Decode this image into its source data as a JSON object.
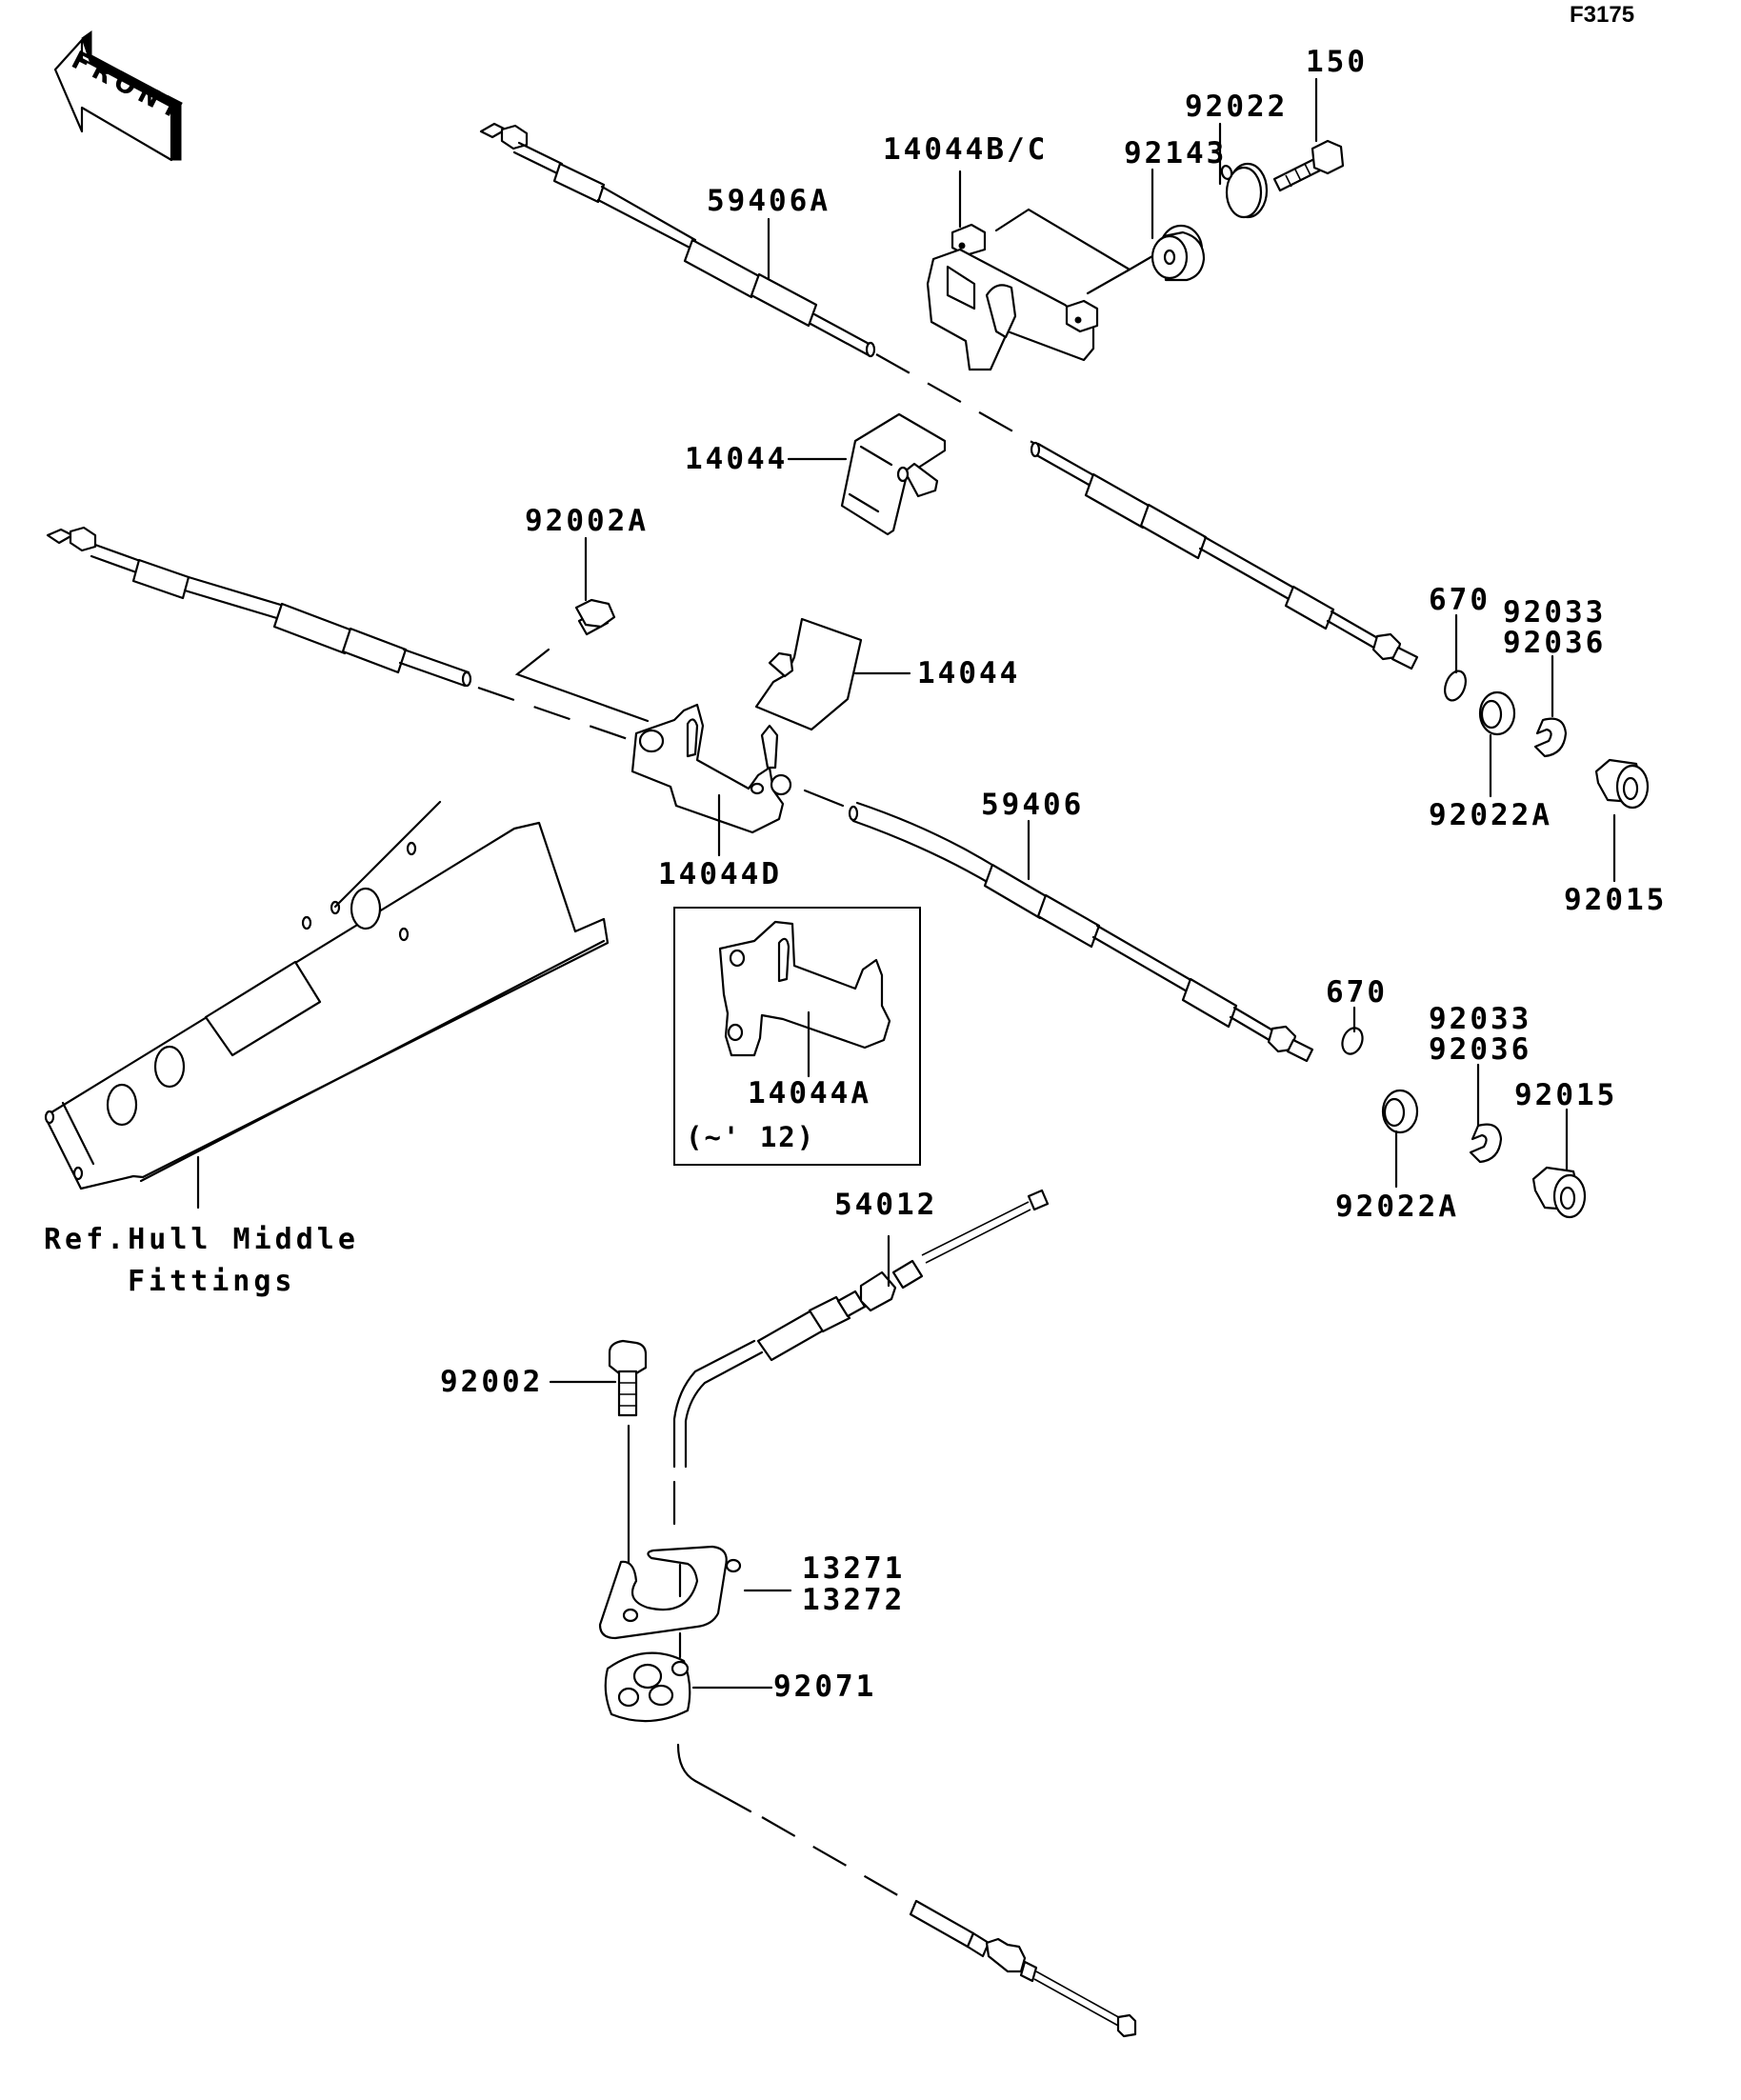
{
  "diagram": {
    "figure_code": "F3175",
    "front_arrow_label": "FRONT",
    "parts": [
      {
        "id": "150",
        "label": "150",
        "depicts": "bolt"
      },
      {
        "id": "92022",
        "label": "92022",
        "depicts": "washer"
      },
      {
        "id": "92143",
        "label": "92143",
        "depicts": "collar"
      },
      {
        "id": "14044BC",
        "label": "14044B/C",
        "depicts": "cable bracket"
      },
      {
        "id": "59406A",
        "label": "59406A",
        "depicts": "control cable"
      },
      {
        "id": "14044_upper",
        "label": "14044",
        "depicts": "cable clip cover"
      },
      {
        "id": "92002A",
        "label": "92002A",
        "depicts": "bolt"
      },
      {
        "id": "14044_lower",
        "label": "14044",
        "depicts": "cable clip cover"
      },
      {
        "id": "14044D",
        "label": "14044D",
        "depicts": "cable bracket"
      },
      {
        "id": "59406",
        "label": "59406",
        "depicts": "control cable"
      },
      {
        "id": "670_upper",
        "label": "670",
        "depicts": "o-ring"
      },
      {
        "id": "92033_92036_upper",
        "label_lines": [
          "92033",
          "92036"
        ],
        "depicts": "clip / retainer"
      },
      {
        "id": "92022A_upper",
        "label": "92022A",
        "depicts": "washer"
      },
      {
        "id": "92015_upper",
        "label": "92015",
        "depicts": "lock nut"
      },
      {
        "id": "670_lower",
        "label": "670",
        "depicts": "o-ring"
      },
      {
        "id": "92033_92036_lower",
        "label_lines": [
          "92033",
          "92036"
        ],
        "depicts": "clip / retainer"
      },
      {
        "id": "92015_lower",
        "label": "92015",
        "depicts": "lock nut"
      },
      {
        "id": "92022A_lower",
        "label": "92022A",
        "depicts": "washer"
      },
      {
        "id": "14044A",
        "label": "14044A",
        "depicts": "cable bracket (inset)"
      },
      {
        "id": "54012",
        "label": "54012",
        "depicts": "choke cable"
      },
      {
        "id": "92002",
        "label": "92002",
        "depicts": "bolt"
      },
      {
        "id": "13271_13272",
        "label_lines": [
          "13271",
          "13272"
        ],
        "depicts": "plate / gasket"
      },
      {
        "id": "92071",
        "label": "92071",
        "depicts": "grommet"
      }
    ],
    "inset": {
      "part_label": "14044A",
      "note": "(~' 12)"
    },
    "reference": {
      "line1": "Ref.Hull Middle",
      "line2": "Fittings"
    }
  }
}
